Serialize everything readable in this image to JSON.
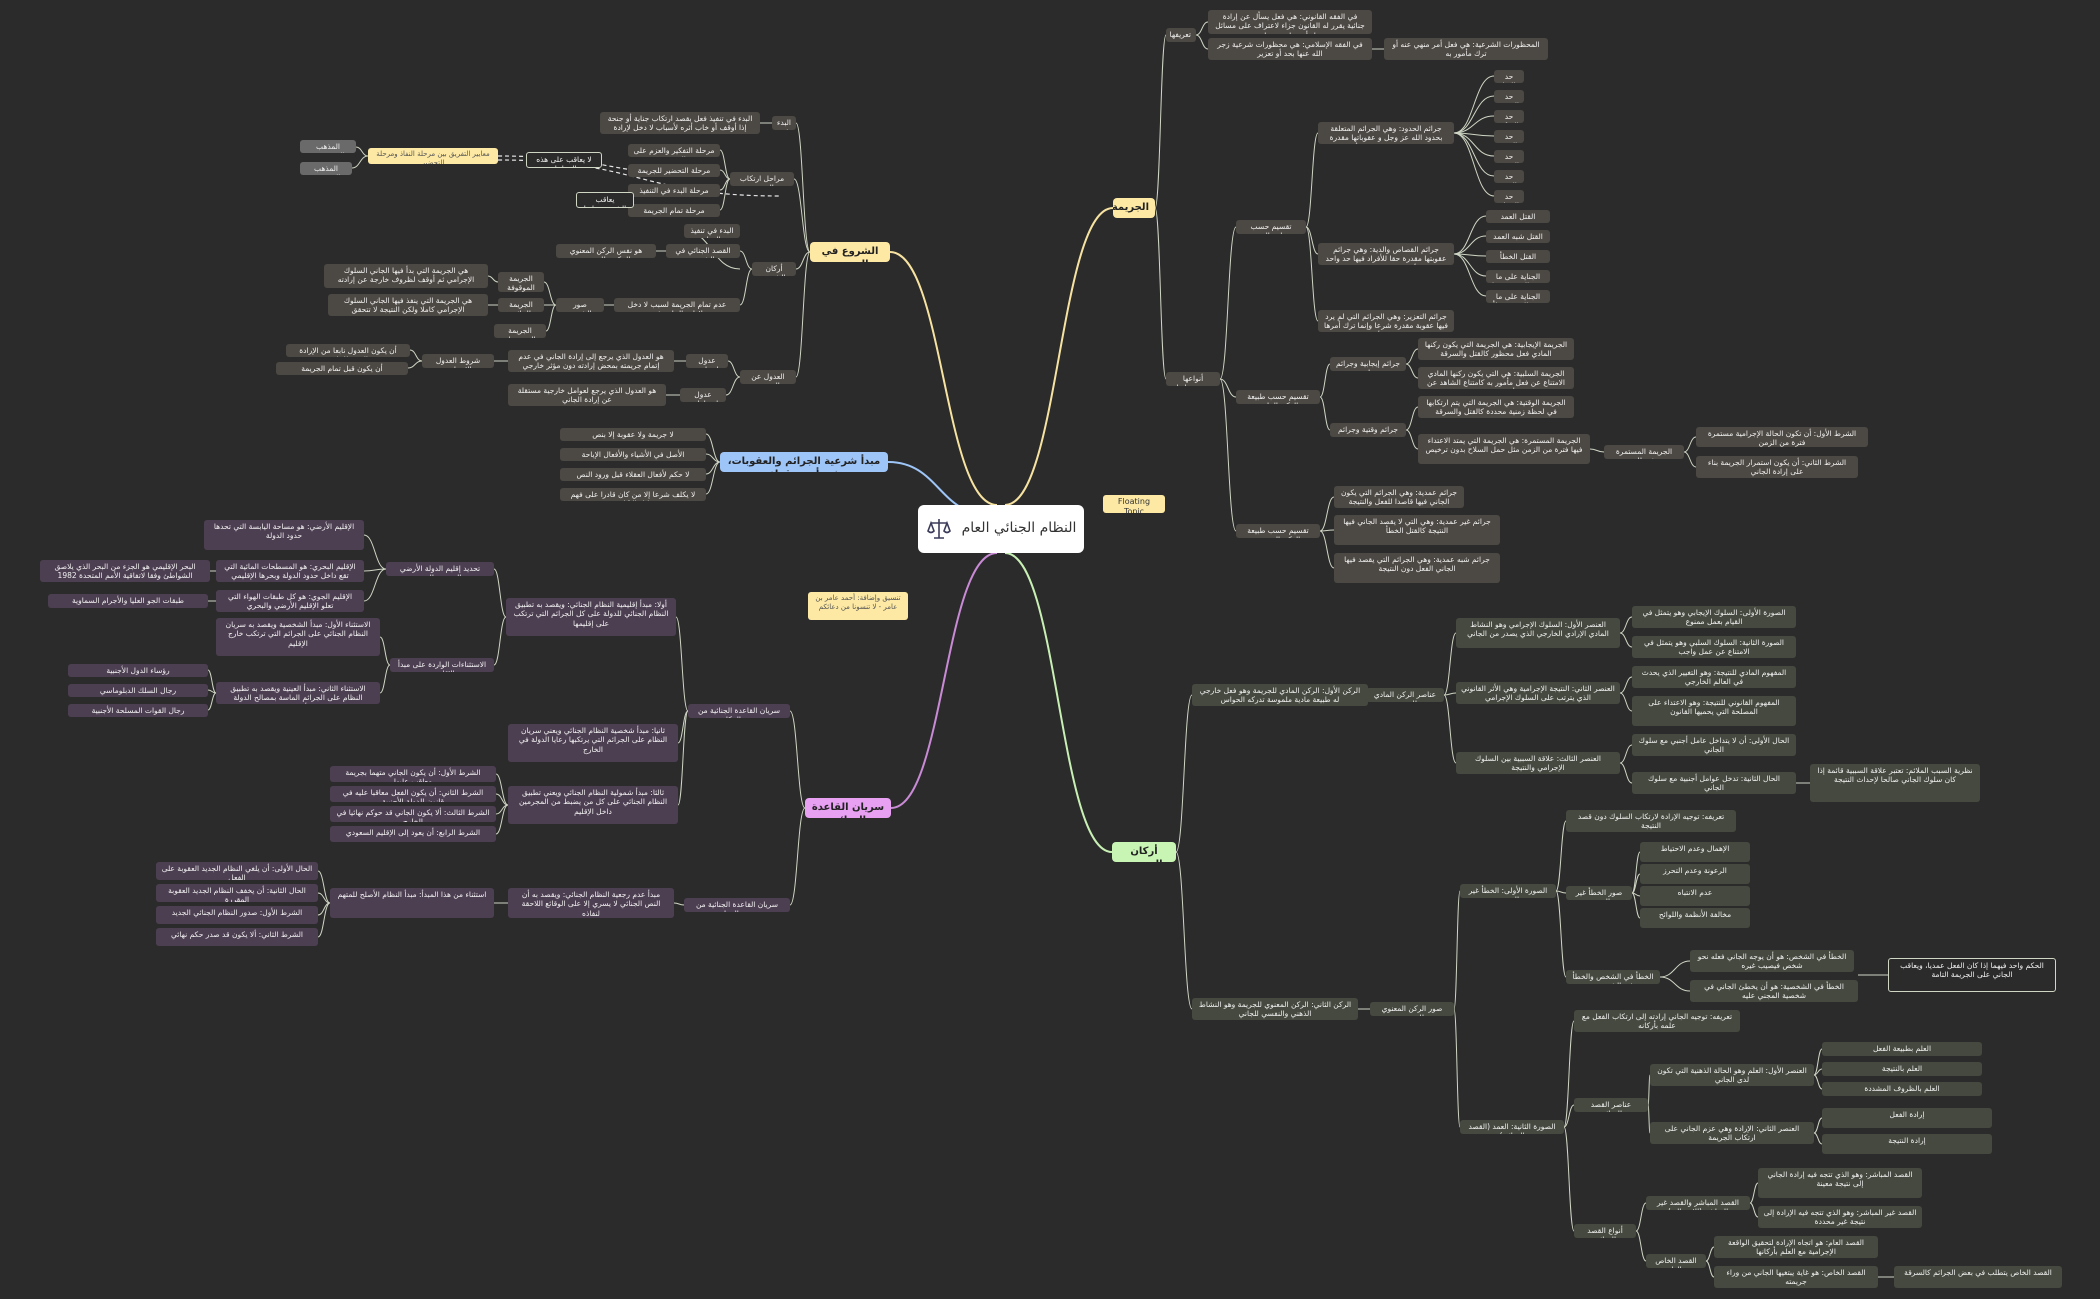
{
  "central": {
    "title": "النظام الجنائي العام",
    "icon": "scales-icon"
  },
  "floating_topic": "Floating Topic",
  "notes": {
    "credit": "تنسيق وإضافة: أحمد عامر بن عامر - لا تنسونا من دعائكم",
    "criteria": "معايير التفريق بين مرحلة النفاذ ومرحلة التحضير"
  },
  "branches": {
    "crime": {
      "label": "الجريمة",
      "definition": {
        "label": "تعريفها",
        "law": "في الفقه القانوني: هي فعل يسأل عن إرادة جنائية يقرر له القانون جزاء لاعتراف على مسائل بعمل أو سياسة منطقية",
        "fiqh": "في الفقه الإسلامي: هي محظورات شرعية زجر الله عنها بحد أو تعزير",
        "fiqh_note": "المحظورات الشرعية: هي فعل أمر منهي عنه أو ترك مأمور به"
      },
      "types": {
        "label": "أنواعها وتقسيماتها",
        "by_penalty": {
          "label": "تقسيم حسب جسامة العقوبة",
          "hudud": "جرائم الحدود: وهي الجرائم المتعلقة بحدود الله عز وجل و عقوباتها مقدرة شرعا لا يجوز فيها الإسقاط أو التنازل",
          "hudud_items": [
            "حد الزنا",
            "حد القذف",
            "حد السكر",
            "حد البغي",
            "حد السرقة",
            "حد الردة",
            "حد الحرابة"
          ],
          "qisas": "جرائم القصاص والدية: وهي جرائم عقوبتها مقدرة حقا للأفراد فيها حد واحد أو مرتبطة بشكل له",
          "qisas_items": [
            "القتل العمد",
            "القتل شبه العمد",
            "القتل الخطأ",
            "الجناية على ما دون النفس عمدا",
            "الجناية على ما دون النفس خطأ"
          ],
          "tazir": "جرائم التعزير: وهي الجرائم التي لم يرد فيها عقوبة مقدرة شرعا وإنما ترك أمرها لولي الأمر"
        },
        "by_material": {
          "label": "تقسيم حسب طبيعة الركن المادي",
          "positive_negative": "جرائم إيجابية وجرائم سلبية",
          "positive": "الجريمة الإيجابية: هي الجريمة التي يكون ركنها المادي فعل محظور كالقتل والسرقة",
          "negative": "الجريمة السلبية: هي التي يكون ركنها المادي الامتناع عن فعل مأمور به كامتناع الشاهد عن أداء الشهادة",
          "temporal_continuous": "جرائم وقتية وجرائم مستمرة",
          "temporal": "الجريمة الوقتية: هي الجريمة التي يتم ارتكابها في لحظة زمنية محددة كالقتل والسرقة",
          "continuous": "الجريمة المستمرة: هي الجريمة التي يمتد الاعتداء فيها فترة من الزمن مثل حمل السلاح بدون ترخيص",
          "continuous_conditions": "الجريمة المستمرة شرطان",
          "cond1": "الشرط الأول: أن تكون الحالة الإجرامية مستمرة فترة من الزمن",
          "cond2": "الشرط الثاني: أن يكون استمرار الجريمة بناء على إرادة الجاني"
        },
        "by_moral": {
          "label": "تقسيم حسب طبيعة الركن المعنوي",
          "intentional": "جرائم عمدية: وهي الجرائم التي يكون الجاني فيها قاصدا للفعل والنتيجة",
          "unintentional": "جرائم غير عمدية: وهي التي لا يقصد الجاني فيها النتيجة كالقتل الخطأ",
          "semi": "جرائم شبه عمدية: وهي الجرائم التي يقصد فيها الجاني الفعل دون النتيجة"
        }
      }
    },
    "attempt": {
      "label": "الشروع في الجريمة",
      "definition": "البدء في تنفيذ فعل بقصد ارتكاب جناية أو جنحة إذا أوقف أو خاب أثره لأسباب لا دخل لإرادة الفاعل فيها",
      "stages_label": "مراحل ارتكاب الجريمة",
      "stages": [
        "مرحلة التفكير والعزم على الجريمة",
        "مرحلة التحضير للجريمة",
        "مرحلة البدء في التنفيذ",
        "مرحلة تمام الجريمة"
      ],
      "no_punish": "لا يعاقب على هذه المراحل",
      "punish": "يعاقب الشخص عليها",
      "doctrine1": "المذهب الموضوعي",
      "doctrine2": "المذهب الشخصي",
      "pillars_label": "أركان الشروع",
      "pillar1": "البدء في تنفيذ الفعل",
      "pillar2": "القصد الجنائي في الشروع",
      "pillar2_desc": "هو نفس الركن المعنوي المكون للجريمة",
      "pillar3": "عدم تمام الجريمة لسبب لا دخل لإرادة الجاني فيه",
      "images_label": "صور الشروع",
      "image1": "الجريمة الموقوفة",
      "image1_desc": "هي الجريمة التي بدأ فيها الجاني السلوك الإجرامي ثم أوقف لظروف خارجة عن إرادته",
      "image2": "الجريمة الخائبة",
      "image2_desc": "هي الجريمة التي ينفذ فيها الجاني السلوك الإجرامي كاملا ولكن النتيجة لا تتحقق",
      "image3": "الجريمة المستحيلة",
      "withdraw_label": "العدول عن الجريمة",
      "voluntary": "عدول اختياري",
      "voluntary_desc": "هو العدول الذي يرجع إلى إرادة الجاني في عدم إتمام جريمته بمحض إرادته دون مؤثر خارجي",
      "voluntary_cond": "شروط العدول الاختياري",
      "vcond1": "أن يكون العدول نابعا من الإرادة الحرة للجاني",
      "vcond2": "أن يكون قبل تمام الجريمة",
      "forced": "عدول اضطراري",
      "forced_desc": "هو العدول الذي يرجع لعوامل خارجية مستقلة عن إرادة الجاني"
    },
    "legality": {
      "label": "مبدأ شرعية الجرائم والعقوبات، وفيه أربعة قواعد",
      "rules": [
        "لا جريمة ولا عقوبة إلا بنص",
        "الأصل في الأشياء والأفعال الإباحة",
        "لا حكم لأفعال العقلاء قبل ورود النص",
        "لا يكلف شرعا إلا من كان قادرا على فهم دليل التكليف"
      ]
    },
    "scope": {
      "label": "سريان القاعدة الجنائية",
      "place_label": "سريان القاعدة الجنائية من حيث المكان",
      "time_label": "سريان القاعدة الجنائية من حيث الزمان",
      "territorial": "أولا: مبدأ إقليمية النظام الجنائي: ويقصد به تطبيق النظام الجنائي للدولة على كل الجرائم التي ترتكب على إقليمها",
      "territory_label": "تحديد إقليم الدولة الأرضي والبحري والجوي",
      "land": "الإقليم الأرضي: هو مساحة اليابسة التي تحدها حدود الدولة",
      "sea": "الإقليم البحري: هو المسطحات المائية التي تقع داخل حدود الدولة وبحرها الإقليمي",
      "sea_note": "البحر الإقليمي هو الجزء من البحر الذي يلاصق الشواطئ وفقا لاتفاقية الأمم المتحدة 1982",
      "air": "الإقليم الجوي: هو كل طبقات الهواء التي تعلو الإقليم الأرضي والبحري",
      "air_note": "طبقات الجو العليا والأجرام السماوية",
      "exceptions_label": "الاستثناءات الواردة على مبدأ الإقليمية",
      "exc1": "الاستثناء الأول: مبدأ الشخصية ويقصد به سريان النظام الجنائي على الجرائم التي ترتكب خارج الإقليم",
      "exc2": "الاستثناء الثاني: مبدأ العينية ويقصد به تطبيق النظام على الجرائم الماسة بمصالح الدولة الأساسية",
      "exc2_items": [
        "رؤساء الدول الأجنبية",
        "رجال السلك الدبلوماسي",
        "رجال القوات المسلحة الأجنبية"
      ],
      "personal": "ثانيا: مبدأ شخصية النظام الجنائي ويعني سريان النظام على الجرائم التي يرتكبها رعايا الدولة في الخارج",
      "universal": "ثالثا: مبدأ شمولية النظام الجنائي ويعني تطبيق النظام الجنائي على كل من يضبط من المجرمين داخل الإقليم",
      "conditions": [
        "الشرط الأول: أن يكون الجاني متهما بجريمة معاقب عليها",
        "الشرط الثاني: أن يكون الفعل معاقبا عليه في قانون الدولة الأجنبية",
        "الشرط الثالث: ألا يكون الجاني قد حوكم نهائيا في الخارج",
        "الشرط الرابع: أن يعود إلى الإقليم السعودي"
      ],
      "nonretro": "مبدأ عدم رجعية النظام الجنائي: ويقصد به أن النص الجنائي لا يسري إلا على الوقائع اللاحقة لنفاذه",
      "retro_exc": "استثناء من هذا المبدأ: مبدأ النظام الأصلح للمتهم",
      "time_items": [
        "الحال الأولى: أن يلغي النظام الجديد العقوبة على الفعل",
        "الحال الثانية: أن يخفف النظام الجديد العقوبة المقررة",
        "الشرط الأول: صدور النظام الجنائي الجديد",
        "الشرط الثاني: ألا يكون قد صدر حكم نهائي"
      ]
    },
    "pillars": {
      "label": "أركان الجريمة",
      "material": "الركن الأول: الركن المادي للجريمة وهو فعل خارجي له طبيعة مادية ملموسة تدركه الحواس",
      "material_elems": "عناصر الركن المادي للجريمة",
      "elem1": "العنصر الأول: السلوك الإجرامي وهو النشاط المادي الإرادي الخارجي الذي يصدر من الجاني",
      "elem1_a": "الصورة الأولى: السلوك الإيجابي وهو يتمثل في القيام بعمل ممنوع",
      "elem1_b": "الصورة الثانية: السلوك السلبي وهو يتمثل في الامتناع عن عمل واجب",
      "elem2": "العنصر الثاني: النتيجة الإجرامية وهي الأثر القانوني الذي يترتب على السلوك الإجرامي",
      "elem2_a": "المفهوم المادي للنتيجة: وهو التغيير الذي يحدث في العالم الخارجي",
      "elem2_b": "المفهوم القانوني للنتيجة: وهو الاعتداء على المصلحة التي يحميها القانون",
      "elem3": "العنصر الثالث: علاقة السببية بين السلوك الإجرامي والنتيجة",
      "elem3_a": "الحال الأولى: أن لا يتداخل عامل أجنبي مع سلوك الجاني",
      "elem3_b": "الحال الثانية: تدخل عوامل أجنبية مع سلوك الجاني",
      "elem3_c": "نظرية السبب الملائم: تعتبر علاقة السببية قائمة إذا كان سلوك الجاني صالحا لإحداث النتيجة",
      "moral": "الركن الثاني: الركن المعنوي للجريمة وهو النشاط الذهني والنفسي للجاني",
      "moral_forms": "صور الركن المعنوي للجريمة",
      "mistake": "الصورة الأولى: الخطأ غير العمدي",
      "mistake_def": "تعريفه: توجيه الإرادة لارتكاب السلوك دون قصد النتيجة",
      "mistake_forms": "صور الخطأ غير العمدي",
      "mistake_items": [
        "الإهمال وعدم الاحتياط",
        "الرعونة وعدم التحرز",
        "عدم الانتباه",
        "مخالفة الأنظمة واللوائح"
      ],
      "mistake_person": "الخطأ في الشخص والخطأ في الشخصية",
      "mistake_person_a": "الخطأ في الشخص: هو أن يوجه الجاني فعله نحو شخص فيصيب غيره",
      "mistake_person_b": "الخطأ في الشخصية: هو أن يخطئ الجاني في شخصية المجني عليه",
      "mistake_note": "الحكم واحد فيهما إذا كان الفعل عمديا، ويعاقب الجاني على الجريمة التامة",
      "intent": "الصورة الثانية: العمد (القصد الجنائي)",
      "intent_def": "تعريفه: توجيه الجاني إرادته إلى ارتكاب الفعل مع علمه بأركانه",
      "intent_elems": "عناصر القصد الجنائي",
      "knowledge": "العنصر الأول: العلم وهو الحالة الذهنية التي تكون لدى الجاني",
      "knowledge_items": [
        "العلم بطبيعة الفعل",
        "العلم بالنتيجة",
        "العلم بالظروف المشددة"
      ],
      "will": "العنصر الثاني: الإرادة وهي عزم الجاني على ارتكاب الجريمة",
      "will_items": [
        "إرادة الفعل",
        "إرادة النتيجة"
      ],
      "intent_types": "أنواع القصد الجنائي",
      "direct": "القصد المباشر والقصد غير المباشر (الاحتمالي)",
      "direct_a": "القصد المباشر: وهو الذي تتجه فيه إرادة الجاني إلى نتيجة معينة",
      "direct_b": "القصد غير المباشر: وهو الذي تتجه فيه الإرادة إلى نتيجة غير محددة",
      "general": "القصد الخاص والعام",
      "general_a": "القصد العام: هو اتجاه الإرادة لتحقيق الواقعة الإجرامية مع العلم بأركانها",
      "general_b": "القصد الخاص: هو غاية يبتغيها الجاني من وراء جريمته",
      "general_note": "القصد الخاص يتطلب في بعض الجرائم كالسرقة"
    }
  }
}
